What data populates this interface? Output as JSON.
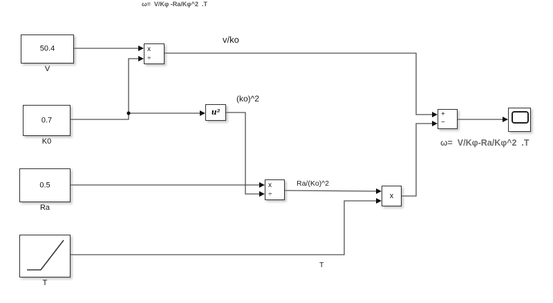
{
  "canvas": {
    "background": "#ffffff",
    "wire_color": "#4d4d4d",
    "block_border_color": "#2b2b2b"
  },
  "annotations": {
    "title_top": "ω=  V/Kφ -Ra/Kφ^2  .T",
    "label_vko": "v/ko",
    "label_ko2": "(ko)^2",
    "label_rako2": "Ra/(Ko)^2",
    "label_t": "T",
    "result": "ω=  V/Kφ-Ra/Kφ^2  .T"
  },
  "blocks": {
    "v_constant": {
      "value": "50.4",
      "label": "V"
    },
    "k0_constant": {
      "value": "0.7",
      "label": "K0"
    },
    "ra_constant": {
      "value": "0.5",
      "label": "Ra"
    },
    "ramp": {
      "label": "T"
    },
    "divide1": {
      "top_symbol": "x",
      "bottom_symbol": "÷"
    },
    "square": {
      "text": "u²"
    },
    "divide2": {
      "top_symbol": "x",
      "bottom_symbol": "÷"
    },
    "product": {
      "symbol": "x"
    },
    "sum": {
      "top_symbol": "+",
      "bottom_symbol": "−"
    }
  }
}
